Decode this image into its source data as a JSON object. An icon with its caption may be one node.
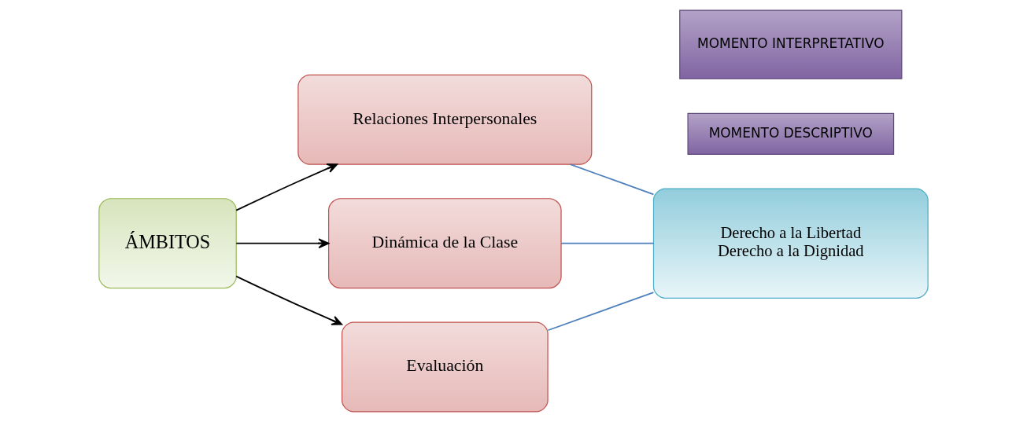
{
  "diagram": {
    "nodes": [
      {
        "text": [
          "ÁMBITOS"
        ]
      },
      {
        "text": [
          "Relaciones Interpersonales"
        ]
      },
      {
        "text": [
          "Dinámica de la Clase"
        ]
      },
      {
        "text": [
          "Evaluación"
        ]
      },
      {
        "text": [
          "Derecho a la Libertad",
          "Derecho a la Dignidad"
        ]
      },
      {
        "text": [
          "MOMENTO DESCRIPTIVO"
        ]
      },
      {
        "text": [
          "MOMENTO INTERPRETATIVO"
        ]
      }
    ],
    "edges": [
      {
        "from": 0,
        "to": 1,
        "arrow": "to"
      },
      {
        "from": 0,
        "to": 2,
        "arrow": "to"
      },
      {
        "from": 0,
        "to": 3,
        "arrow": "to"
      },
      {
        "from": 1,
        "to": 4,
        "arrow": "none",
        "color": "#4f81bd"
      },
      {
        "from": 2,
        "to": 4,
        "arrow": "none",
        "color": "#4f81bd"
      },
      {
        "from": 3,
        "to": 4,
        "arrow": "none",
        "color": "#4f81bd"
      }
    ]
  }
}
